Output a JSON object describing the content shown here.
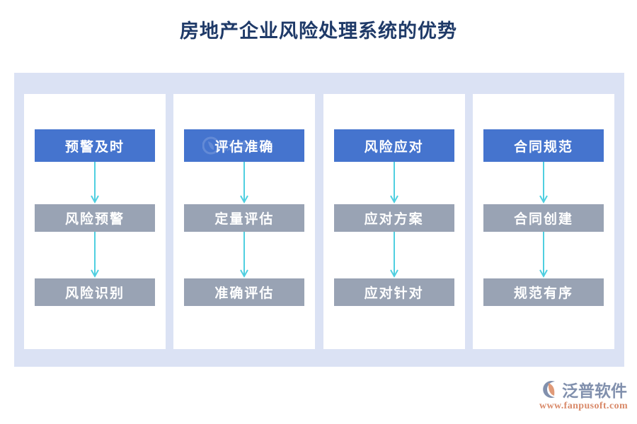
{
  "page": {
    "title": "房地产企业风险处理系统的优势",
    "title_color": "#1f3a68",
    "background": "#ffffff"
  },
  "diagram": {
    "panel_background": "#dbe2f4",
    "column_background": "#ffffff",
    "header_color": "#4574ce",
    "step_color": "#99a3b4",
    "arrow_color": "#4fcfe0",
    "columns": [
      {
        "header": "预警及时",
        "steps": [
          "风险预警",
          "风险识别"
        ],
        "watermark": false
      },
      {
        "header": "评估准确",
        "steps": [
          "定量评估",
          "准确评估"
        ],
        "watermark": true
      },
      {
        "header": "风险应对",
        "steps": [
          "应对方案",
          "应对针对"
        ],
        "watermark": false
      },
      {
        "header": "合同规范",
        "steps": [
          "合同创建",
          "规范有序"
        ],
        "watermark": false
      }
    ]
  },
  "brand": {
    "name": "泛普软件",
    "url": "www.fanpusoft.com",
    "name_color": "#8190ad",
    "url_color": "#d98a6a",
    "mark_icon": "fanpu-logo-icon"
  }
}
